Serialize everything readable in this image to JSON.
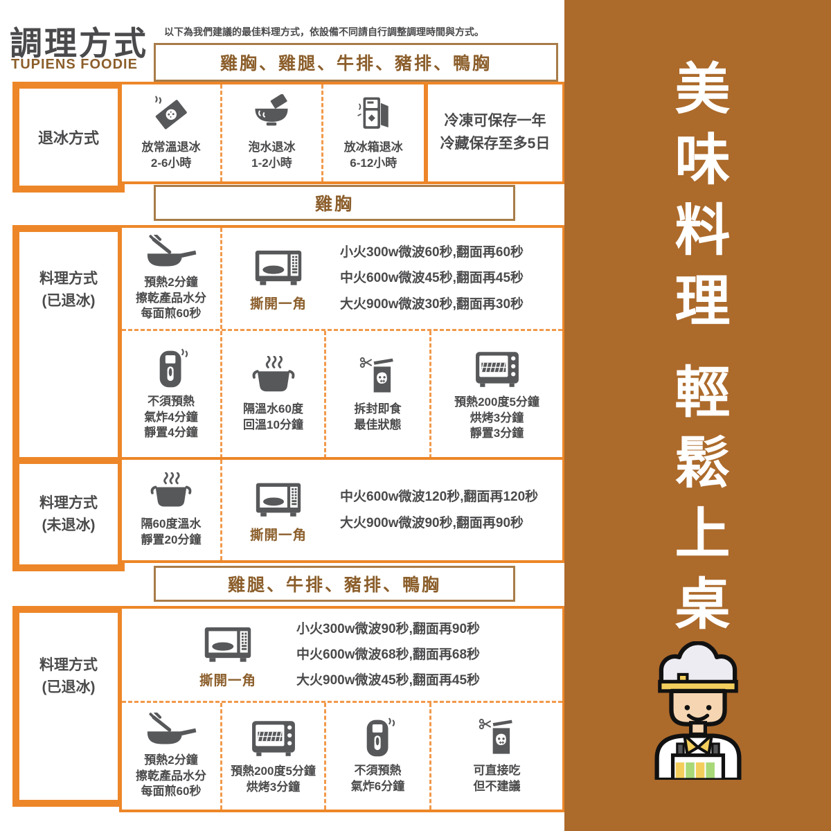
{
  "brand": {
    "title": "調理方式",
    "subtitle": "TUPIENS FOODIE"
  },
  "top_note": "以下為我們建議的最佳料理方式，依設備不同請自行調整調理時間與方式。",
  "category_header": "雞胸、雞腿、牛排、豬排、鴨胸",
  "defrost_row": {
    "label": "退冰方式",
    "methods": [
      {
        "icon": "vacuum-bag-icon",
        "caption": "放常溫退冰\n2-6小時"
      },
      {
        "icon": "soak-bowl-icon",
        "caption": "泡水退冰\n1-2小時"
      },
      {
        "icon": "fridge-icon",
        "caption": "放冰箱退冰\n6-12小時"
      }
    ],
    "storage_note": "冷凍可保存一年\n冷藏保存至多5日"
  },
  "chicken_breast": {
    "section_header": "雞胸",
    "thawed": {
      "label": "料理方式\n(已退冰)",
      "pan_caption": "預熱2分鐘\n擦乾產品水分\n每面煎60秒",
      "microwave_caption": "撕開一角",
      "microwave_lines": "小火300w微波60秒,翻面再60秒\n中火600w微波45秒,翻面再45秒\n大火900w微波30秒,翻面再30秒",
      "methods": [
        {
          "icon": "air-fryer-icon",
          "caption": "不須預熱\n氣炸4分鐘\n靜置4分鐘"
        },
        {
          "icon": "pot-icon",
          "caption": "隔溫水60度\n回溫10分鐘"
        },
        {
          "icon": "open-bag-icon",
          "caption": "拆封即食\n最佳狀態"
        },
        {
          "icon": "oven-icon",
          "caption": "預熱200度5分鐘\n烘烤3分鐘\n靜置3分鐘"
        }
      ]
    },
    "frozen": {
      "label": "料理方式\n(未退冰)",
      "pot_caption": "隔60度溫水\n靜置20分鐘",
      "microwave_caption": "撕開一角",
      "microwave_lines": "中火600w微波120秒,翻面再120秒\n大火900w微波90秒,翻面再90秒"
    }
  },
  "other_meats": {
    "section_header": "雞腿、牛排、豬排、鴨胸",
    "thawed": {
      "label": "料理方式\n(已退冰)",
      "microwave_caption": "撕開一角",
      "microwave_lines": "小火300w微波90秒,翻面再90秒\n中火600w微波68秒,翻面再68秒\n大火900w微波45秒,翻面再45秒",
      "methods": [
        {
          "icon": "pan-icon",
          "caption": "預熱2分鐘\n擦乾產品水分\n每面煎60秒"
        },
        {
          "icon": "oven-icon",
          "caption": "預熱200度5分鐘\n烘烤3分鐘"
        },
        {
          "icon": "air-fryer-icon",
          "caption": "不須預熱\n氣炸6分鐘"
        },
        {
          "icon": "open-bag-icon",
          "caption": "可直接吃\n但不建議"
        }
      ]
    }
  },
  "sidebar": {
    "tagline_1": "美味料理",
    "tagline_2": "輕鬆上桌",
    "chef_icon": "chef-icon"
  },
  "colors": {
    "accent_orange": "#ED8628",
    "dashed_orange": "#F2994A",
    "header_border_brown": "#A87C48",
    "text_dark": "#4A4A4C",
    "text_brown": "#8B5E2B",
    "sidebar_brown": "#AC6A2B",
    "icon_gray": "#57585A"
  }
}
